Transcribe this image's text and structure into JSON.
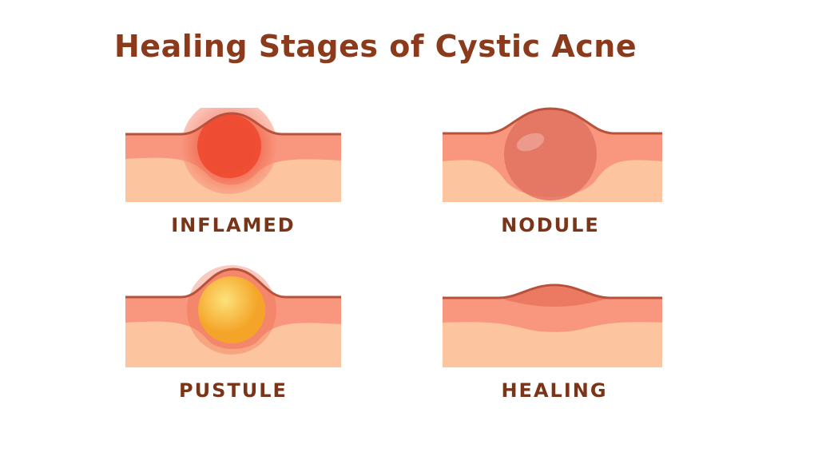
{
  "title": "Healing Stages of Cystic Acne",
  "stages": [
    {
      "label": "INFLAMED"
    },
    {
      "label": "NODULE"
    },
    {
      "label": "PUSTULE"
    },
    {
      "label": "HEALING"
    }
  ],
  "colors": {
    "title": "#8b3a1c",
    "label": "#7a3418",
    "epidermis_line": "#b8523a",
    "dermis": "#f8967e",
    "subcutis": "#fcc49f",
    "inflamed": "#ee4a30",
    "nodule": "#e0705f",
    "pustule": "#f7b733"
  }
}
